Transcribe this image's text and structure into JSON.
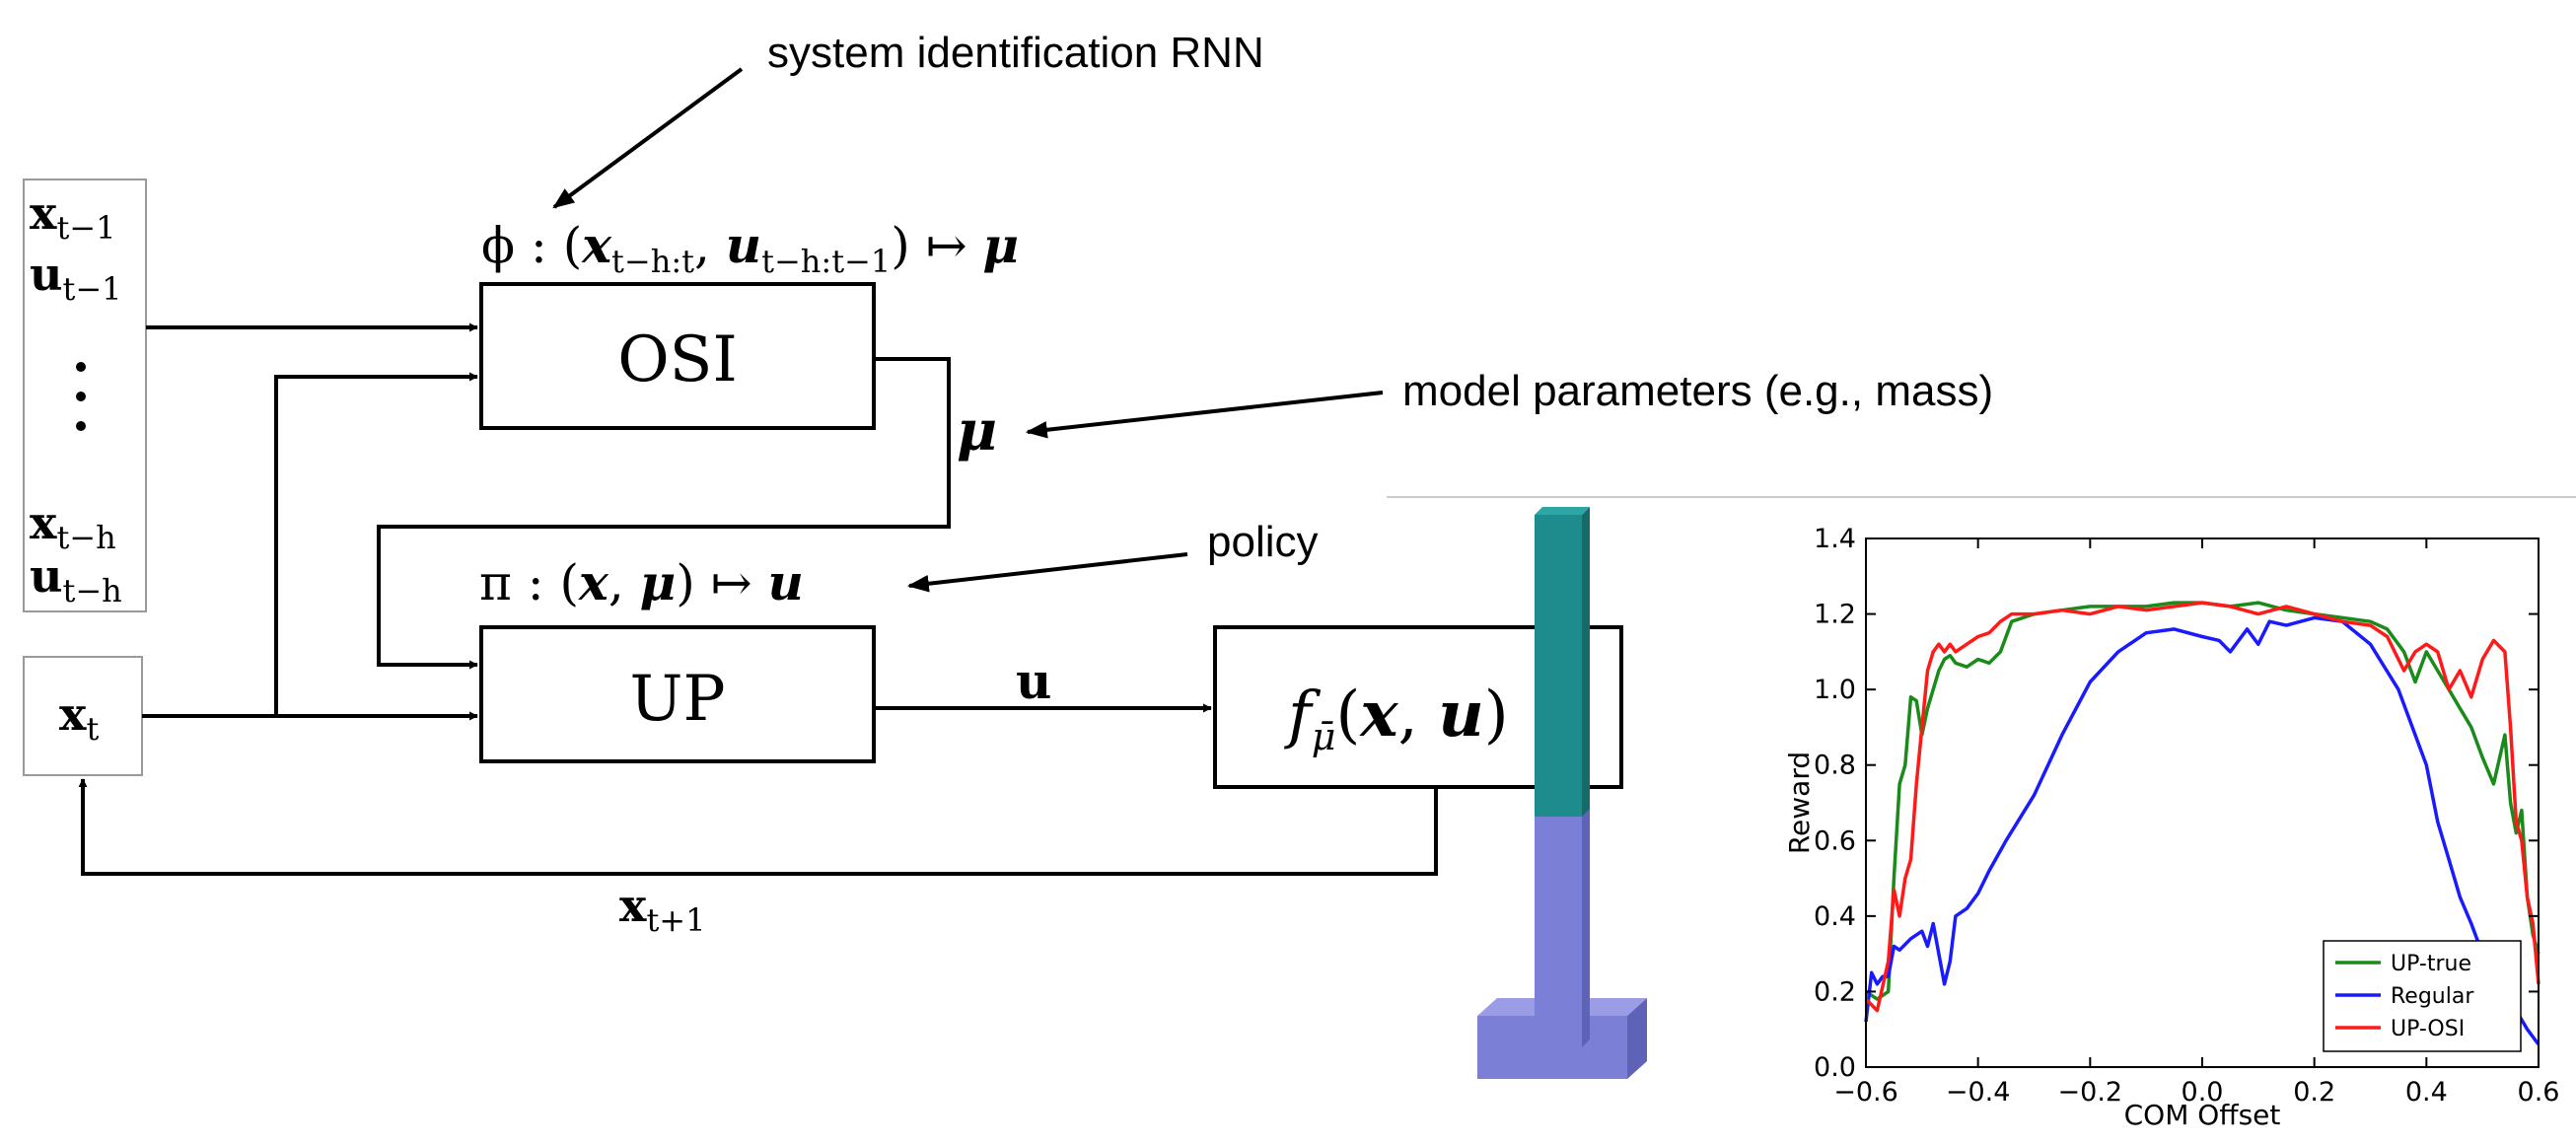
{
  "annotations": {
    "rnn": "system identification RNN",
    "params": "model parameters (e.g., mass)",
    "policy": "policy"
  },
  "history": {
    "rows": [
      {
        "base": "x",
        "sub": "t−1"
      },
      {
        "base": "u",
        "sub": "t−1"
      },
      {
        "base": "x",
        "sub": "t−h"
      },
      {
        "base": "u",
        "sub": "t−h"
      }
    ]
  },
  "state": {
    "base": "x",
    "sub": "t"
  },
  "next_state": {
    "base": "x",
    "sub": "t+1"
  },
  "osi": {
    "label": "OSI",
    "formula_lhs": "ϕ : (",
    "formula_x": "x",
    "formula_xsub": "t−h:t",
    "formula_mid": ", ",
    "formula_u": "u",
    "formula_usub": "t−h:t−1",
    "formula_rhs": ") ↦ ",
    "formula_mu": "μ"
  },
  "mu_label": "μ",
  "up": {
    "label": "UP",
    "formula_lhs": "π : (",
    "formula_x": "x",
    "formula_mid": ", ",
    "formula_mu": "μ",
    "formula_rhs": ") ↦ ",
    "formula_u": "u"
  },
  "u_label": "u",
  "dynamics": {
    "f": "f",
    "sub": "μ̄",
    "args_open": "(",
    "x": "x",
    "comma": ", ",
    "u": "u",
    "args_close": ")"
  },
  "colors": {
    "teal": "#1e8c8c",
    "purple": "#7b7fd6",
    "up_true": "#1a8a1a",
    "regular": "#1a1aff",
    "up_osi": "#ff1a1a"
  },
  "chart_data": {
    "type": "line",
    "title": "",
    "xlabel": "COM Offset",
    "ylabel": "Reward",
    "xlim": [
      -0.6,
      0.6
    ],
    "ylim": [
      0.0,
      1.4
    ],
    "xticks": [
      "−0.6",
      "−0.4",
      "−0.2",
      "0.0",
      "0.2",
      "0.4",
      "0.6"
    ],
    "yticks": [
      "0.0",
      "0.2",
      "0.4",
      "0.6",
      "0.8",
      "1.0",
      "1.2",
      "1.4"
    ],
    "xtick_values": [
      -0.6,
      -0.4,
      -0.2,
      0.0,
      0.2,
      0.4,
      0.6
    ],
    "ytick_values": [
      0.0,
      0.2,
      0.4,
      0.6,
      0.8,
      1.0,
      1.2,
      1.4
    ],
    "legend_position": "bottom-right",
    "series": [
      {
        "name": "UP-true",
        "color": "#1a8a1a",
        "x": [
          -0.6,
          -0.58,
          -0.56,
          -0.55,
          -0.54,
          -0.53,
          -0.52,
          -0.51,
          -0.5,
          -0.49,
          -0.48,
          -0.47,
          -0.46,
          -0.45,
          -0.44,
          -0.42,
          -0.4,
          -0.38,
          -0.36,
          -0.34,
          -0.3,
          -0.25,
          -0.2,
          -0.15,
          -0.1,
          -0.05,
          0.0,
          0.05,
          0.1,
          0.15,
          0.2,
          0.25,
          0.3,
          0.33,
          0.36,
          0.38,
          0.4,
          0.42,
          0.44,
          0.46,
          0.48,
          0.5,
          0.52,
          0.54,
          0.55,
          0.56,
          0.57,
          0.58,
          0.59,
          0.6
        ],
        "y": [
          0.2,
          0.18,
          0.2,
          0.5,
          0.75,
          0.8,
          0.98,
          0.97,
          0.88,
          0.95,
          1.0,
          1.05,
          1.08,
          1.09,
          1.07,
          1.06,
          1.08,
          1.07,
          1.1,
          1.18,
          1.2,
          1.21,
          1.22,
          1.22,
          1.22,
          1.23,
          1.23,
          1.22,
          1.23,
          1.21,
          1.2,
          1.19,
          1.18,
          1.16,
          1.1,
          1.02,
          1.1,
          1.05,
          1.0,
          0.95,
          0.9,
          0.82,
          0.75,
          0.88,
          0.7,
          0.62,
          0.68,
          0.45,
          0.35,
          0.3
        ]
      },
      {
        "name": "Regular",
        "color": "#1a1aff",
        "x": [
          -0.6,
          -0.59,
          -0.58,
          -0.57,
          -0.56,
          -0.55,
          -0.54,
          -0.52,
          -0.5,
          -0.49,
          -0.48,
          -0.47,
          -0.46,
          -0.45,
          -0.44,
          -0.42,
          -0.4,
          -0.38,
          -0.35,
          -0.3,
          -0.25,
          -0.2,
          -0.15,
          -0.1,
          -0.05,
          0.0,
          0.03,
          0.05,
          0.08,
          0.1,
          0.12,
          0.15,
          0.2,
          0.25,
          0.3,
          0.35,
          0.4,
          0.42,
          0.44,
          0.46,
          0.48,
          0.5,
          0.52,
          0.54,
          0.56,
          0.58,
          0.6
        ],
        "y": [
          0.12,
          0.25,
          0.22,
          0.24,
          0.24,
          0.32,
          0.31,
          0.34,
          0.36,
          0.32,
          0.38,
          0.3,
          0.22,
          0.28,
          0.4,
          0.42,
          0.46,
          0.52,
          0.6,
          0.72,
          0.88,
          1.02,
          1.1,
          1.15,
          1.16,
          1.14,
          1.13,
          1.1,
          1.16,
          1.12,
          1.18,
          1.17,
          1.19,
          1.18,
          1.12,
          1.0,
          0.8,
          0.65,
          0.55,
          0.45,
          0.38,
          0.3,
          0.25,
          0.2,
          0.15,
          0.1,
          0.06
        ]
      },
      {
        "name": "UP-OSI",
        "color": "#ff1a1a",
        "x": [
          -0.6,
          -0.58,
          -0.56,
          -0.55,
          -0.54,
          -0.53,
          -0.52,
          -0.51,
          -0.5,
          -0.49,
          -0.48,
          -0.47,
          -0.46,
          -0.45,
          -0.44,
          -0.42,
          -0.4,
          -0.38,
          -0.36,
          -0.34,
          -0.3,
          -0.25,
          -0.2,
          -0.15,
          -0.1,
          -0.05,
          0.0,
          0.05,
          0.1,
          0.15,
          0.2,
          0.25,
          0.3,
          0.33,
          0.36,
          0.38,
          0.4,
          0.42,
          0.44,
          0.46,
          0.48,
          0.5,
          0.52,
          0.54,
          0.55,
          0.56,
          0.57,
          0.58,
          0.59,
          0.6
        ],
        "y": [
          0.18,
          0.15,
          0.28,
          0.47,
          0.4,
          0.5,
          0.55,
          0.75,
          0.9,
          1.05,
          1.1,
          1.12,
          1.1,
          1.12,
          1.1,
          1.12,
          1.14,
          1.15,
          1.18,
          1.2,
          1.2,
          1.21,
          1.2,
          1.22,
          1.21,
          1.22,
          1.23,
          1.22,
          1.2,
          1.22,
          1.2,
          1.18,
          1.17,
          1.14,
          1.05,
          1.1,
          1.12,
          1.1,
          1.0,
          1.05,
          0.98,
          1.08,
          1.13,
          1.1,
          0.9,
          0.65,
          0.6,
          0.45,
          0.38,
          0.22
        ]
      }
    ]
  }
}
